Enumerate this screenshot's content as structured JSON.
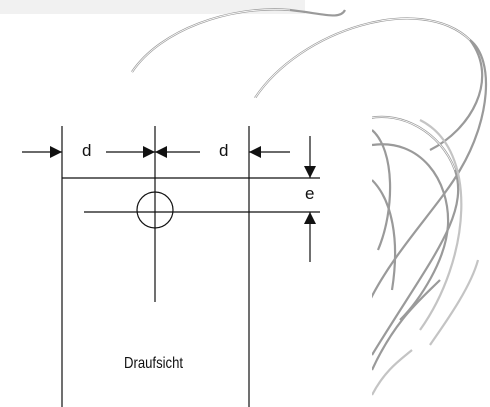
{
  "diagram": {
    "labels": {
      "d_left": "d",
      "d_right": "d",
      "e": "e",
      "view": "Draufsicht"
    }
  }
}
